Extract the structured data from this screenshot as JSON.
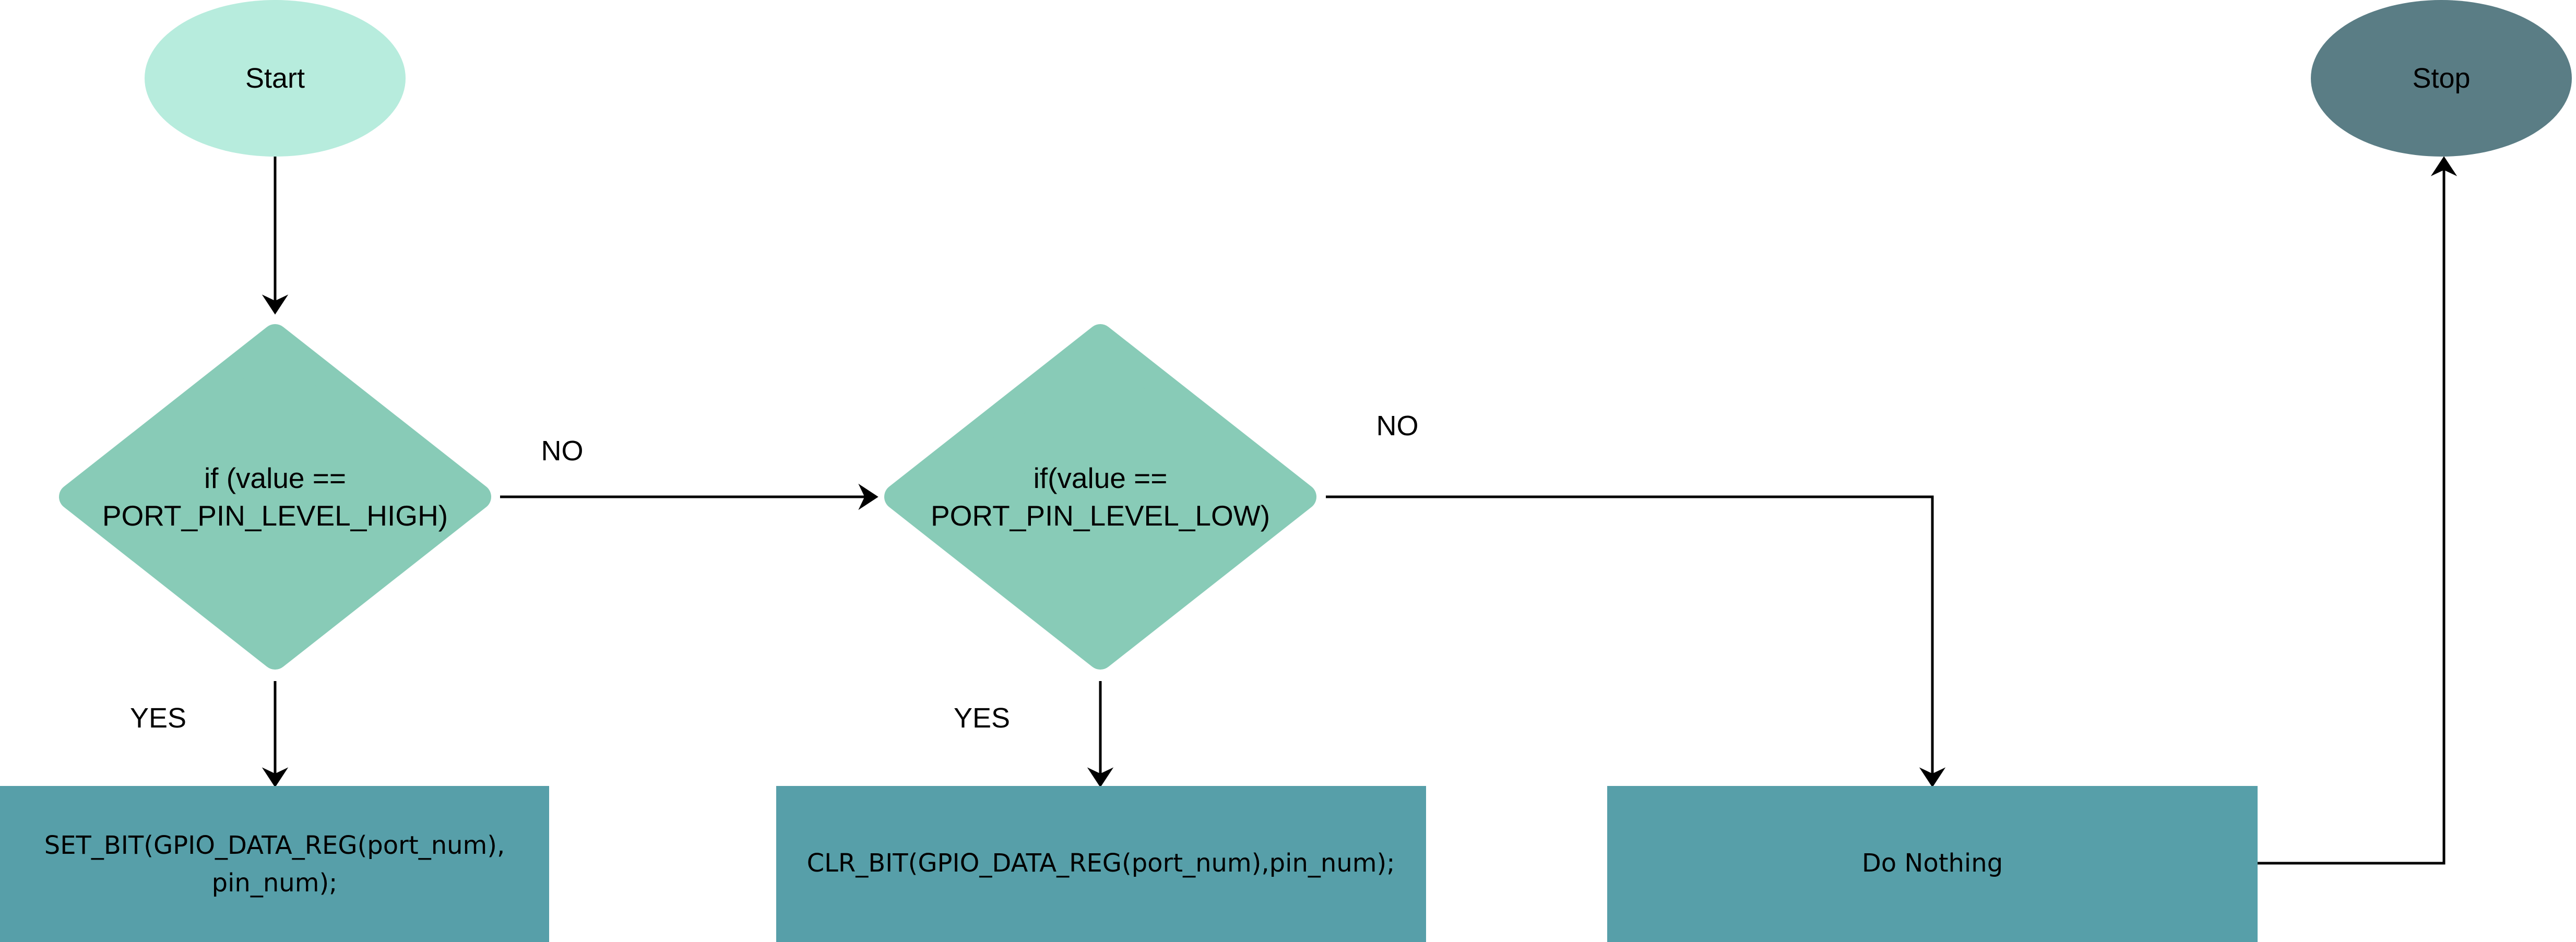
{
  "nodes": {
    "start": {
      "label": "Start"
    },
    "stop": {
      "label": "Stop"
    },
    "decision_high": {
      "line1": "if (value ==",
      "line2": "PORT_PIN_LEVEL_HIGH)"
    },
    "decision_low": {
      "line1": "if(value ==",
      "line2": "PORT_PIN_LEVEL_LOW)"
    },
    "set_bit": {
      "line1": "SET_BIT(GPIO_DATA_REG(port_num),",
      "line2": "pin_num);"
    },
    "clr_bit": {
      "label": "CLR_BIT(GPIO_DATA_REG(port_num),pin_num);"
    },
    "do_nothing": {
      "label": "Do Nothing"
    }
  },
  "edges": {
    "high_no_label": "NO",
    "low_no_label": "NO",
    "high_yes_label": "YES",
    "low_yes_label": "YES"
  },
  "colors": {
    "start_fill": "#b7ecdd",
    "stop_fill": "#5a7d85",
    "decision_fill": "#88cbb7",
    "process_fill": "#579fa9",
    "line": "#000000"
  }
}
